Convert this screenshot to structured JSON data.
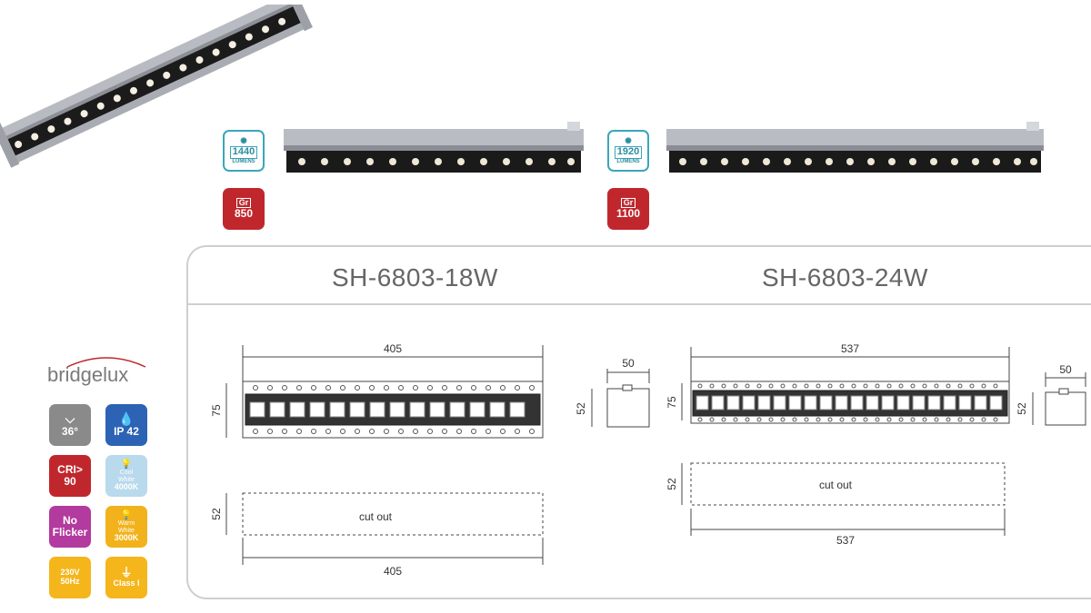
{
  "variants": [
    {
      "lumens_value": "1440",
      "lumens_unit": "LUMENS",
      "weight_unit": "Gr",
      "weight_value": "850",
      "model": "SH-6803-18W",
      "dim_length": "405",
      "dim_height": "75",
      "side_width": "50",
      "side_height": "52",
      "cutout_height": "52",
      "cutout_label": "cut out",
      "cutout_length": "405"
    },
    {
      "lumens_value": "1920",
      "lumens_unit": "LUMENS",
      "weight_unit": "Gr",
      "weight_value": "1100",
      "model": "SH-6803-24W",
      "dim_length": "537",
      "dim_height": "75",
      "side_width": "50",
      "side_height": "52",
      "cutout_height": "52",
      "cutout_label": "cut out",
      "cutout_length": "537"
    }
  ],
  "brand": "bridgelux",
  "features": [
    {
      "line1": "36°",
      "color": "#8a8a8a",
      "icon": "beam-angle-icon"
    },
    {
      "line1": "IP 42",
      "color": "#2d63b4",
      "icon": "water-drop-icon"
    },
    {
      "line1": "CRI>",
      "line2": "90",
      "color": "#c0272d"
    },
    {
      "line1": "Cool",
      "line2": "White",
      "line3": "4000K",
      "color": "#b9d9ec",
      "icon": "bulb-icon"
    },
    {
      "line1": "No",
      "line2": "Flicker",
      "color": "#b33a9e"
    },
    {
      "line1": "Warm",
      "line2": "White",
      "line3": "3000K",
      "color": "#f2b21b",
      "icon": "bulb-icon"
    },
    {
      "line1": "230V",
      "line2": "50Hz",
      "color": "#f5b61c"
    },
    {
      "line1": "Class I",
      "color": "#f5b61c",
      "icon": "ground-icon"
    }
  ]
}
